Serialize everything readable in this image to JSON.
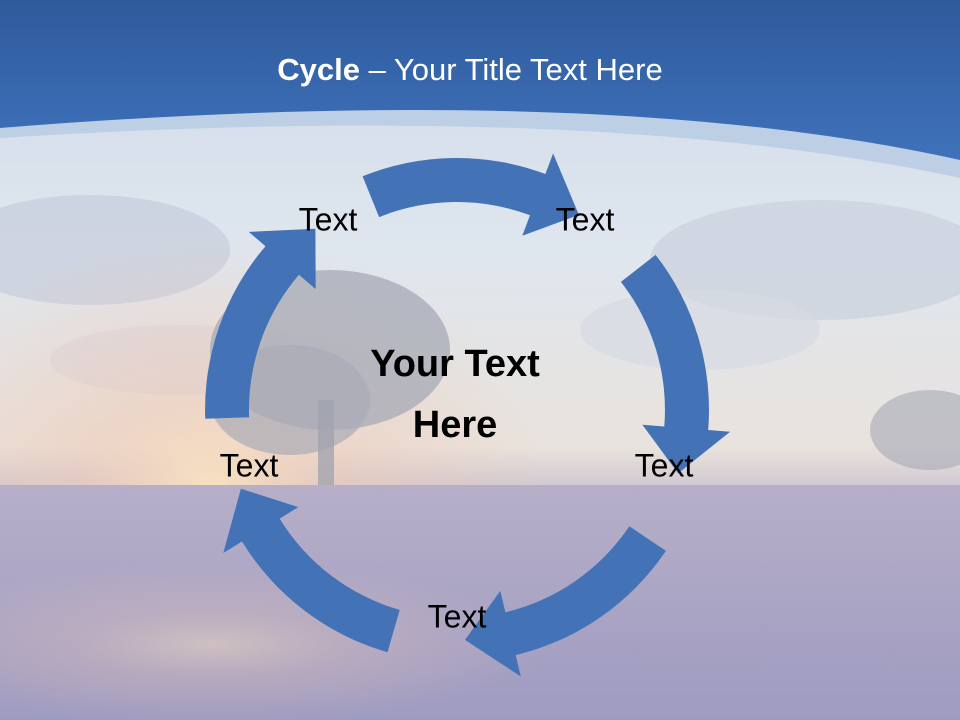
{
  "slide": {
    "title_bold": "Cycle",
    "title_rest": " – Your Title Text Here",
    "center_text": "Your Text Here"
  },
  "cycle": {
    "labels": [
      "Text",
      "Text",
      "Text",
      "Text",
      "Text"
    ],
    "arrow_color": "#4472b6"
  },
  "colors": {
    "header_blue": "#3763a8",
    "sky_light": "#dbe4ee"
  }
}
